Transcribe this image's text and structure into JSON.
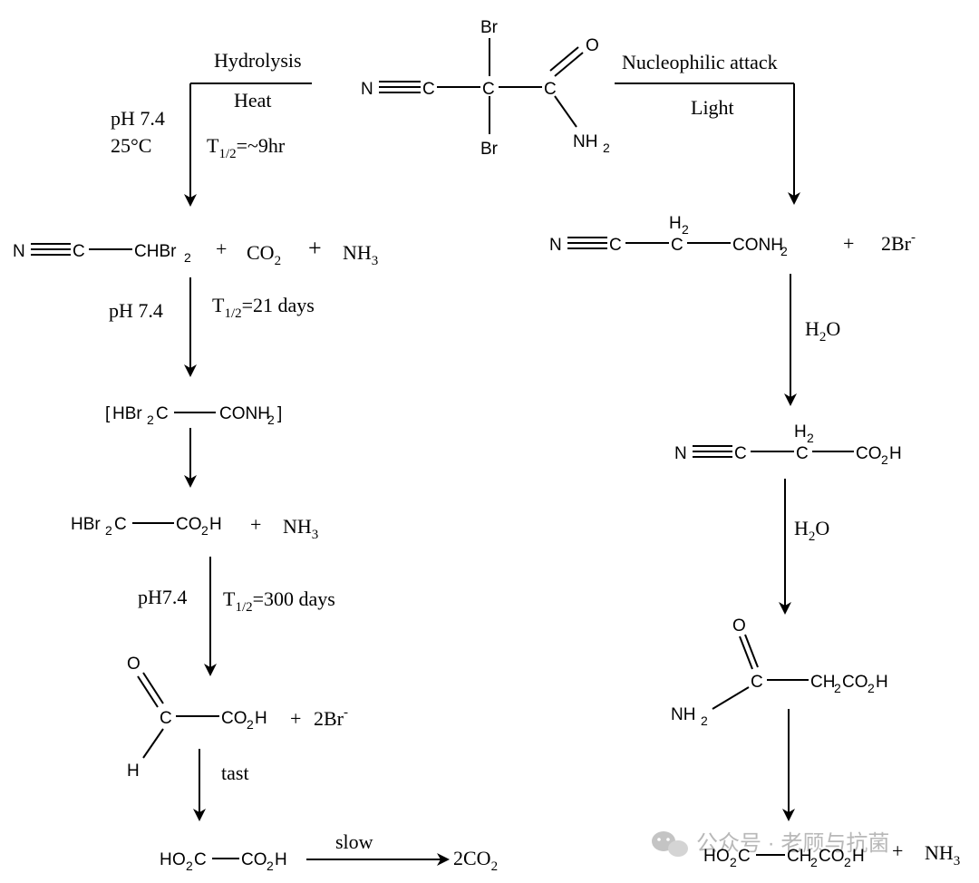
{
  "top": {
    "hydrolysis": "Hydrolysis",
    "heat": "Heat",
    "nucleophilic": "Nucleophilic attack",
    "light": "Light",
    "ph74": "pH 7.4",
    "temp": "25°C",
    "half_life_prefix": "T",
    "half_life_sub": "1/2",
    "half_life_val_1": "=~9hr"
  },
  "left": {
    "plus": "+",
    "co2": "CO",
    "two": "2",
    "nh": "NH",
    "three": "3",
    "ph74": "pH 7.4",
    "half_life_val_2": "=21 days",
    "ph74b": "pH7.4",
    "half_life_val_3": "=300 days",
    "two_br": "2Br",
    "minus": "-",
    "tast": "tast",
    "slow": "slow",
    "two_co2": "2CO"
  },
  "right": {
    "two_br": "2Br",
    "minus": "-",
    "h2o": "H",
    "h2o_sub": "2",
    "h2o_o": "O"
  },
  "atoms": {
    "N": "N",
    "C": "C",
    "O": "O",
    "H": "H",
    "Br": "Br",
    "H2": "H",
    "sub2": "2",
    "NH2": "NH",
    "CHBr": "CHBr",
    "HBr": "HBr",
    "CONH": "CONH",
    "CO": "CO",
    "Hend": "H",
    "CH": "CH",
    "lbr": "[",
    "rbr": "]"
  },
  "watermark": {
    "text": "公众号 · 老顾与抗菌"
  }
}
